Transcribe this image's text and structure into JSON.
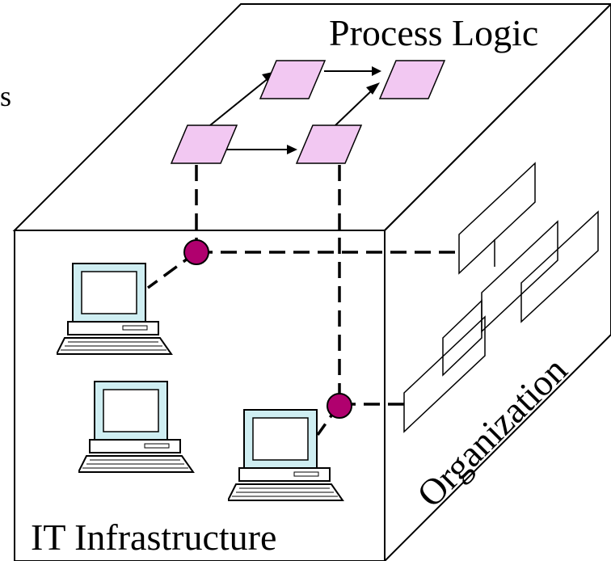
{
  "labels": {
    "top_face": "Process Logic",
    "front_face": "IT Infrastructure",
    "side_face": "Organization",
    "edge_fragment": "s"
  },
  "colors": {
    "front": "#ccf099",
    "top": "#d8f6a8",
    "side": "#a6cf7a",
    "process_step": "#f2c8f2",
    "node": "#b0006e"
  },
  "icons": {
    "computer": "computer-icon",
    "process_step": "parallelogram-shape",
    "node": "connection-node"
  }
}
